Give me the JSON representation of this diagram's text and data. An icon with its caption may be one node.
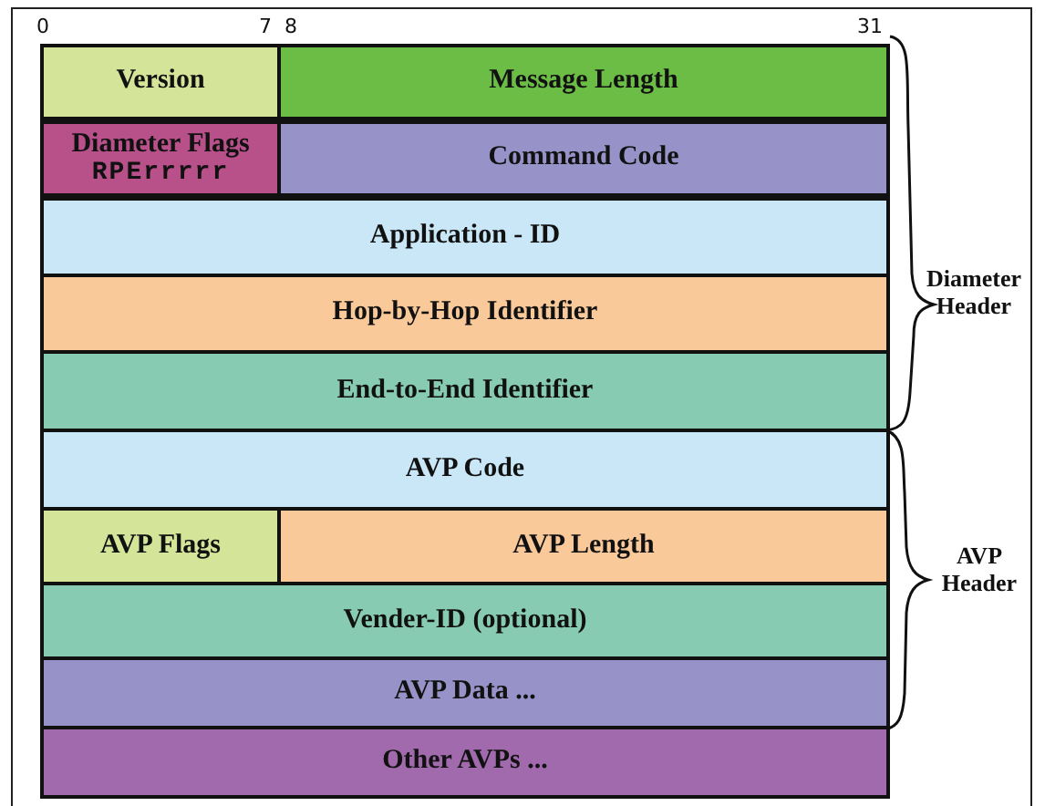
{
  "diagram": {
    "nodes": [
      {
        "text": [
          "Version"
        ]
      },
      {
        "text": [
          "Message Length"
        ]
      },
      {
        "text": [
          "Diameter Flags",
          "RPErrrrr"
        ]
      },
      {
        "text": [
          "Command Code"
        ]
      },
      {
        "text": [
          "Application - ID"
        ]
      },
      {
        "text": [
          "Hop-by-Hop Identifier"
        ]
      },
      {
        "text": [
          "End-to-End Identifier"
        ]
      },
      {
        "text": [
          "AVP Code"
        ]
      },
      {
        "text": [
          "AVP Flags"
        ]
      },
      {
        "text": [
          "AVP Length"
        ]
      },
      {
        "text": [
          "Vender-ID (optional)"
        ]
      },
      {
        "text": [
          "AVP Data ..."
        ]
      },
      {
        "text": [
          "Other AVPs ..."
        ]
      }
    ],
    "edges": [],
    "labels": [
      "0",
      "7",
      "8",
      "31",
      "Diameter Header",
      "AVP Header"
    ]
  }
}
